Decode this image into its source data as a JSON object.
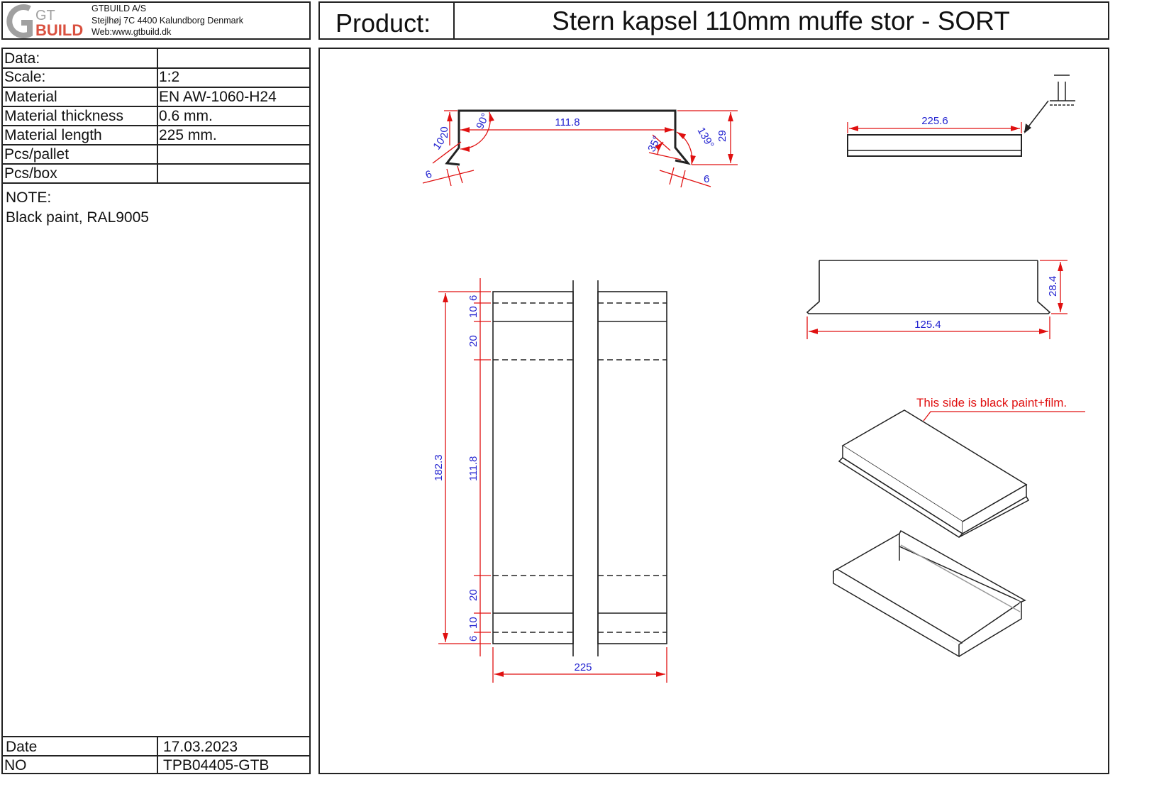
{
  "company": {
    "logo_text_top": "GT",
    "logo_text_bottom": "BUILD",
    "name": "GTBUILD A/S",
    "address": "Stejlhøj 7C 4400 Kalundborg Denmark",
    "web": "Web:www.gtbuild.dk"
  },
  "header": {
    "product_label": "Product:",
    "product_name": "Stern kapsel 110mm muffe stor - SORT"
  },
  "specs": [
    {
      "label": "Data:",
      "value": ""
    },
    {
      "label": "Scale:",
      "value": "1:2"
    },
    {
      "label": "Material",
      "value": "EN AW-1060-H24"
    },
    {
      "label": "Material thickness",
      "value": "0.6 mm."
    },
    {
      "label": "Material length",
      "value": "225 mm."
    },
    {
      "label": "Pcs/pallet",
      "value": ""
    },
    {
      "label": "Pcs/box",
      "value": ""
    }
  ],
  "note": {
    "title": "NOTE:",
    "text": "Black paint, RAL9005"
  },
  "footer": [
    {
      "label": "Date",
      "value": "17.03.2023"
    },
    {
      "label": "NO",
      "value": "TPB04405-GTB"
    }
  ],
  "colors": {
    "dimension": "#2323d0",
    "dimension_line": "#e01010",
    "logo_red": "#d9503f",
    "logo_grey": "#a0a0a0"
  },
  "drawing": {
    "profile": {
      "width": "111.8",
      "height": "29",
      "flange_20": "20",
      "flange_10": "10",
      "lip_left": "6",
      "lip_right": "6",
      "angle_90": "90°",
      "angle_35": "35°",
      "angle_139": "139°"
    },
    "top_view": {
      "length": "225.6"
    },
    "side_view": {
      "height": "28.4",
      "width": "125.4"
    },
    "flat_pattern": {
      "total": "182.3",
      "segments": [
        "6",
        "10",
        "20",
        "111.8",
        "20",
        "10",
        "6"
      ],
      "length": "225"
    },
    "iso_note": "This side is black paint+film."
  }
}
